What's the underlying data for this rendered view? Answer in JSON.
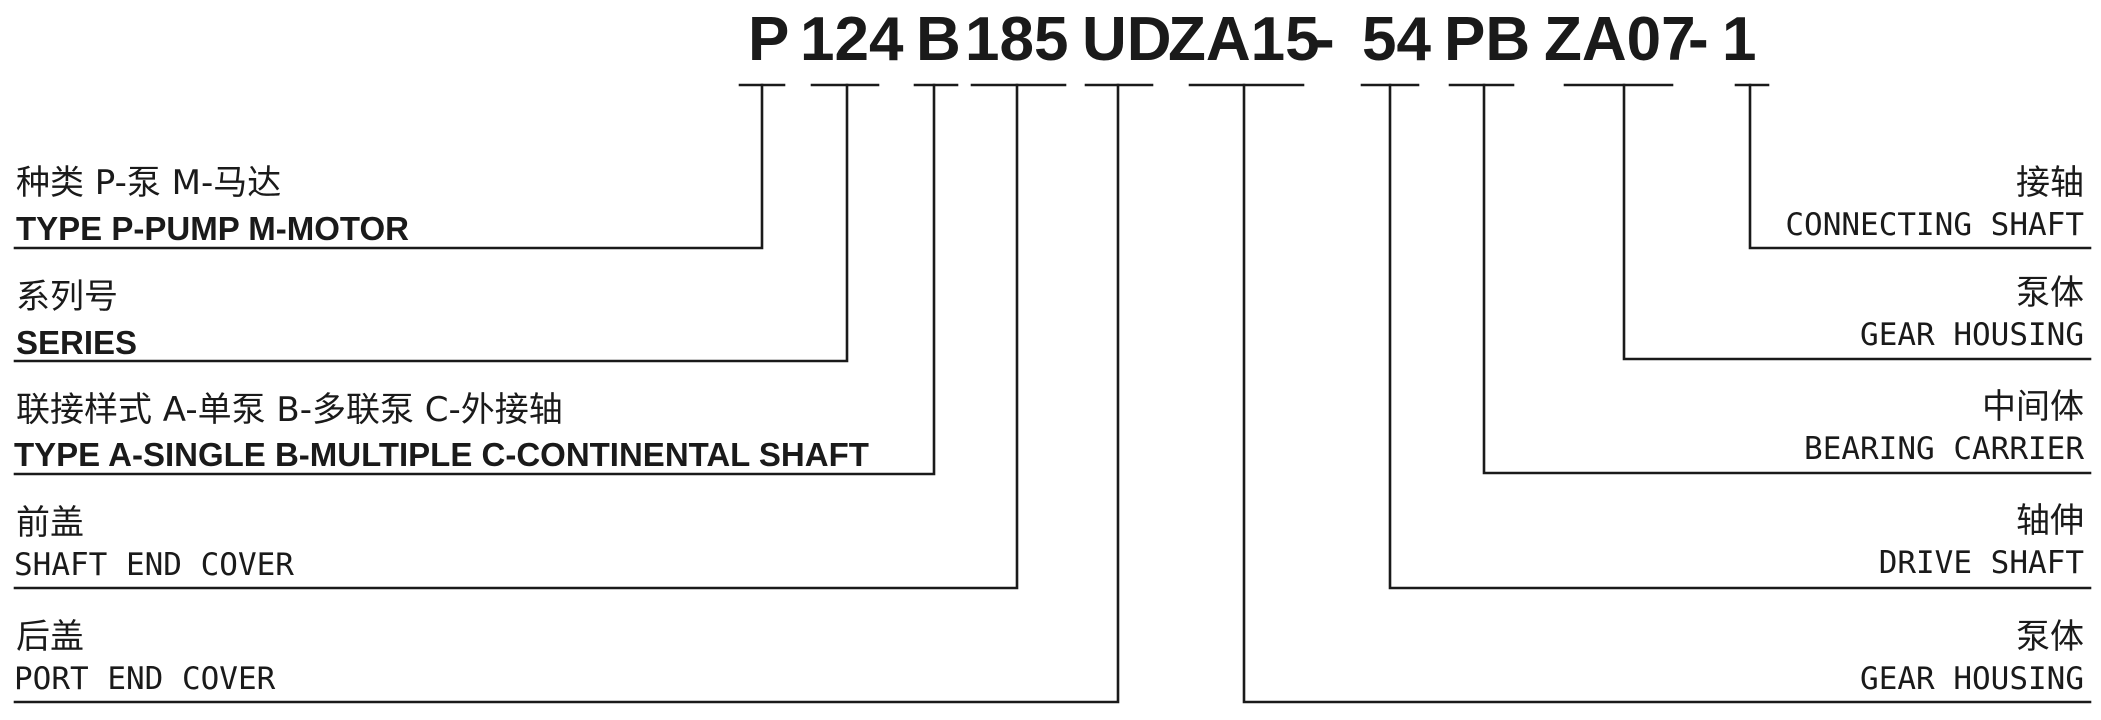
{
  "code_segments": [
    "P",
    "124",
    "B",
    "185",
    "UD",
    "ZA15",
    "-",
    "54",
    "PB",
    "ZA07",
    "-",
    "1"
  ],
  "left_labels": [
    {
      "zh": "种类 P-泵  M-马达",
      "en": "TYPE P-PUMP M-MOTOR"
    },
    {
      "zh": "系列号",
      "en": "SERIES"
    },
    {
      "zh": "联接样式 A-单泵 B-多联泵 C-外接轴",
      "en": "TYPE A-SINGLE B-MULTIPLE C-CONTINENTAL SHAFT"
    },
    {
      "zh": "前盖",
      "en": "SHAFT END COVER"
    },
    {
      "zh": "后盖",
      "en": "PORT END COVER"
    }
  ],
  "right_labels": [
    {
      "zh": "接轴",
      "en": "CONNECTING SHAFT"
    },
    {
      "zh": "泵体",
      "en": "GEAR HOUSING"
    },
    {
      "zh": "中间体",
      "en": "BEARING CARRIER"
    },
    {
      "zh": "轴伸",
      "en": "DRIVE SHAFT"
    },
    {
      "zh": "泵体",
      "en": "GEAR HOUSING"
    }
  ]
}
